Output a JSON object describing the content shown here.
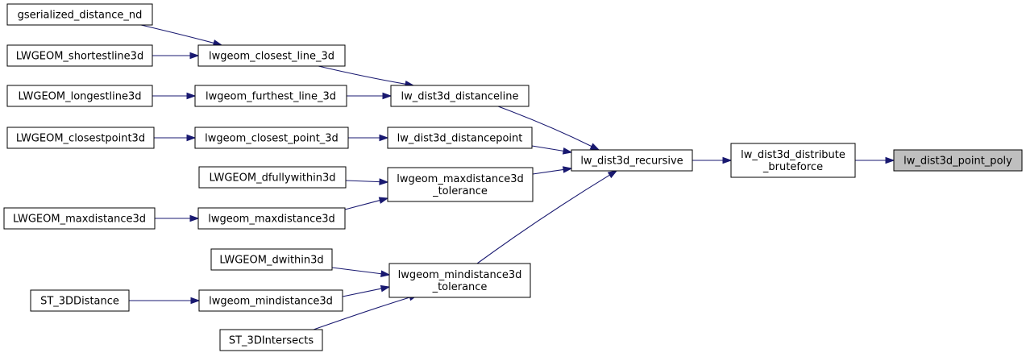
{
  "graph": {
    "colors": {
      "edge": "#191970",
      "node_fill": "#ffffff",
      "target_fill": "#bfbfbf",
      "border": "#000000"
    },
    "nodes": [
      {
        "id": "gserialized_distance_nd",
        "lines": [
          "gserialized_distance_nd"
        ]
      },
      {
        "id": "LWGEOM_shortestline3d",
        "lines": [
          "LWGEOM_shortestline3d"
        ]
      },
      {
        "id": "LWGEOM_longestline3d",
        "lines": [
          "LWGEOM_longestline3d"
        ]
      },
      {
        "id": "LWGEOM_closestpoint3d",
        "lines": [
          "LWGEOM_closestpoint3d"
        ]
      },
      {
        "id": "LWGEOM_dfullywithin3d",
        "lines": [
          "LWGEOM_dfullywithin3d"
        ]
      },
      {
        "id": "LWGEOM_maxdistance3d",
        "lines": [
          "LWGEOM_maxdistance3d"
        ]
      },
      {
        "id": "LWGEOM_dwithin3d",
        "lines": [
          "LWGEOM_dwithin3d"
        ]
      },
      {
        "id": "ST_3DDistance",
        "lines": [
          "ST_3DDistance"
        ]
      },
      {
        "id": "ST_3DIntersects",
        "lines": [
          "ST_3DIntersects"
        ]
      },
      {
        "id": "lwgeom_closest_line_3d",
        "lines": [
          "lwgeom_closest_line_3d"
        ]
      },
      {
        "id": "lwgeom_furthest_line_3d",
        "lines": [
          "lwgeom_furthest_line_3d"
        ]
      },
      {
        "id": "lwgeom_closest_point_3d",
        "lines": [
          "lwgeom_closest_point_3d"
        ]
      },
      {
        "id": "lwgeom_maxdistance3d",
        "lines": [
          "lwgeom_maxdistance3d"
        ]
      },
      {
        "id": "lwgeom_mindistance3d",
        "lines": [
          "lwgeom_mindistance3d"
        ]
      },
      {
        "id": "lw_dist3d_distanceline",
        "lines": [
          "lw_dist3d_distanceline"
        ]
      },
      {
        "id": "lw_dist3d_distancepoint",
        "lines": [
          "lw_dist3d_distancepoint"
        ]
      },
      {
        "id": "lwgeom_maxdistance3d_tolerance",
        "lines": [
          "lwgeom_maxdistance3d",
          "_tolerance"
        ]
      },
      {
        "id": "lwgeom_mindistance3d_tolerance",
        "lines": [
          "lwgeom_mindistance3d",
          "_tolerance"
        ]
      },
      {
        "id": "lw_dist3d_recursive",
        "lines": [
          "lw_dist3d_recursive"
        ]
      },
      {
        "id": "lw_dist3d_distribute_bruteforce",
        "lines": [
          "lw_dist3d_distribute",
          "_bruteforce"
        ]
      },
      {
        "id": "lw_dist3d_point_poly",
        "lines": [
          "lw_dist3d_point_poly"
        ],
        "highlight": true
      }
    ],
    "edges": [
      [
        "gserialized_distance_nd",
        "lwgeom_closest_line_3d"
      ],
      [
        "LWGEOM_shortestline3d",
        "lwgeom_closest_line_3d"
      ],
      [
        "LWGEOM_longestline3d",
        "lwgeom_furthest_line_3d"
      ],
      [
        "LWGEOM_closestpoint3d",
        "lwgeom_closest_point_3d"
      ],
      [
        "LWGEOM_dfullywithin3d",
        "lwgeom_maxdistance3d_tolerance"
      ],
      [
        "LWGEOM_maxdistance3d",
        "lwgeom_maxdistance3d"
      ],
      [
        "LWGEOM_dwithin3d",
        "lwgeom_mindistance3d_tolerance"
      ],
      [
        "ST_3DDistance",
        "lwgeom_mindistance3d"
      ],
      [
        "ST_3DIntersects",
        "lwgeom_mindistance3d_tolerance"
      ],
      [
        "lwgeom_closest_line_3d",
        "lw_dist3d_distanceline"
      ],
      [
        "lwgeom_furthest_line_3d",
        "lw_dist3d_distanceline"
      ],
      [
        "lwgeom_closest_point_3d",
        "lw_dist3d_distancepoint"
      ],
      [
        "lwgeom_maxdistance3d",
        "lwgeom_maxdistance3d_tolerance"
      ],
      [
        "lwgeom_mindistance3d",
        "lwgeom_mindistance3d_tolerance"
      ],
      [
        "lw_dist3d_distanceline",
        "lw_dist3d_recursive"
      ],
      [
        "lw_dist3d_distancepoint",
        "lw_dist3d_recursive"
      ],
      [
        "lwgeom_maxdistance3d_tolerance",
        "lw_dist3d_recursive"
      ],
      [
        "lwgeom_mindistance3d_tolerance",
        "lw_dist3d_recursive"
      ],
      [
        "lw_dist3d_recursive",
        "lw_dist3d_distribute_bruteforce"
      ],
      [
        "lw_dist3d_distribute_bruteforce",
        "lw_dist3d_point_poly"
      ]
    ]
  }
}
